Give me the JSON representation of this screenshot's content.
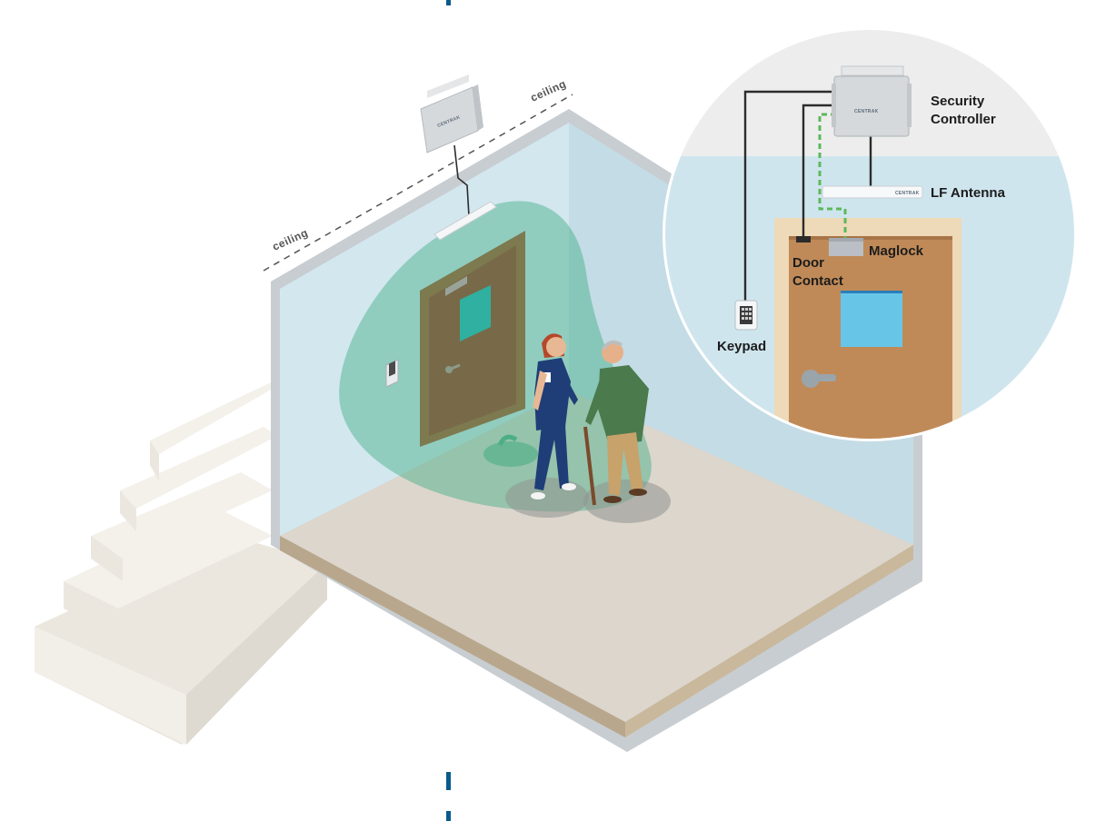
{
  "labels": {
    "ceiling_left": "ceiling",
    "ceiling_right": "ceiling",
    "security_controller_line1": "Security",
    "security_controller_line2": "Controller",
    "lf_antenna": "LF Antenna",
    "maglock": "Maglock",
    "door_contact_line1": "Door",
    "door_contact_line2": "Contact",
    "keypad": "Keypad",
    "controller_brand": "CENTRAK"
  },
  "colors": {
    "wall": "#d3e7ef",
    "floor": "#dcd6cc",
    "floor_edge": "#b8a78c",
    "coverage_zone": "#3fae84",
    "door_main": "#c08a58",
    "door_window": "#67c6e8",
    "controller_body": "#d6d9dc",
    "wiring": "#2c2c2c",
    "wireless_link": "#5cb85c",
    "accent_marker": "#0b5a8c"
  }
}
